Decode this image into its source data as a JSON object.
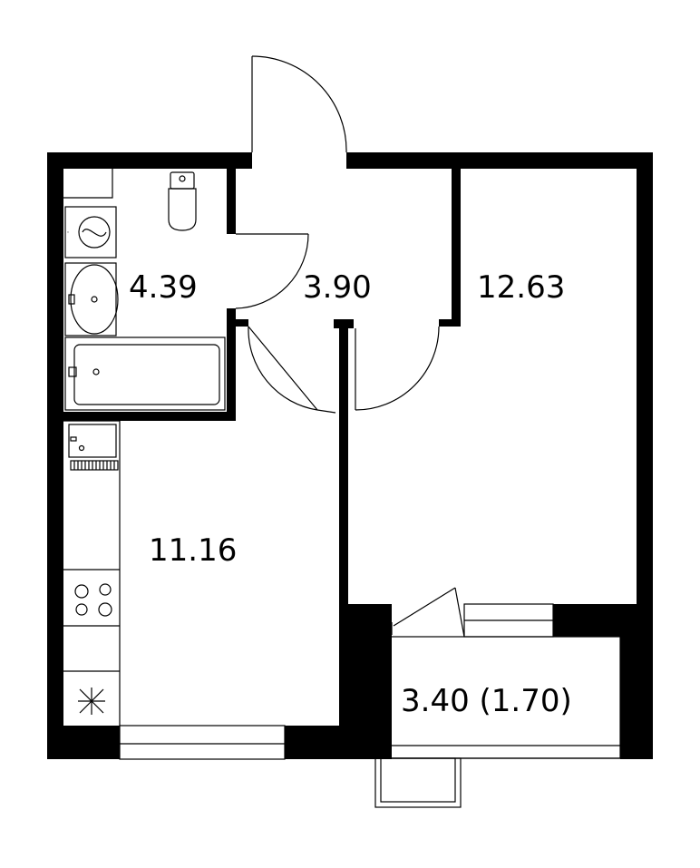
{
  "plan": {
    "colors": {
      "wall": "#000000",
      "line": "#000000",
      "background": "#ffffff"
    },
    "rooms": [
      {
        "id": "bathroom",
        "area": "4.39"
      },
      {
        "id": "hallway",
        "area": "3.90"
      },
      {
        "id": "bedroom",
        "area": "12.63"
      },
      {
        "id": "kitchen",
        "area": "11.16"
      },
      {
        "id": "balcony",
        "area": "3.40 (1.70)"
      }
    ],
    "icons": [
      "toilet-icon",
      "washing-machine-icon",
      "sink-icon",
      "bathtub-icon",
      "kitchen-sink-icon",
      "stove-icon",
      "gas-vent-icon"
    ]
  }
}
